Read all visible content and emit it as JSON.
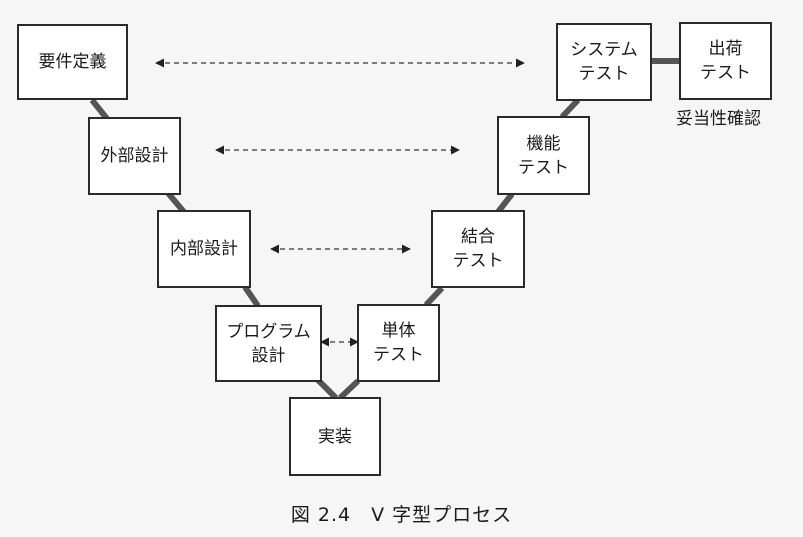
{
  "diagram": {
    "boxes": {
      "req": "要件定義",
      "ext": "外部設計",
      "int": "内部設計",
      "prog": "プログラム\n設計",
      "impl": "実装",
      "unit": "単体\nテスト",
      "integ": "結合\nテスト",
      "func": "機能\nテスト",
      "sys": "システム\nテスト",
      "ship": "出荷\nテスト"
    },
    "note": "妥当性確認",
    "caption": "図 2.4　V 字型プロセス"
  },
  "colors": {
    "line": "#555555",
    "border": "#2a2a2a",
    "box_fill": "#ffffff",
    "background": "#f6f6f6"
  }
}
